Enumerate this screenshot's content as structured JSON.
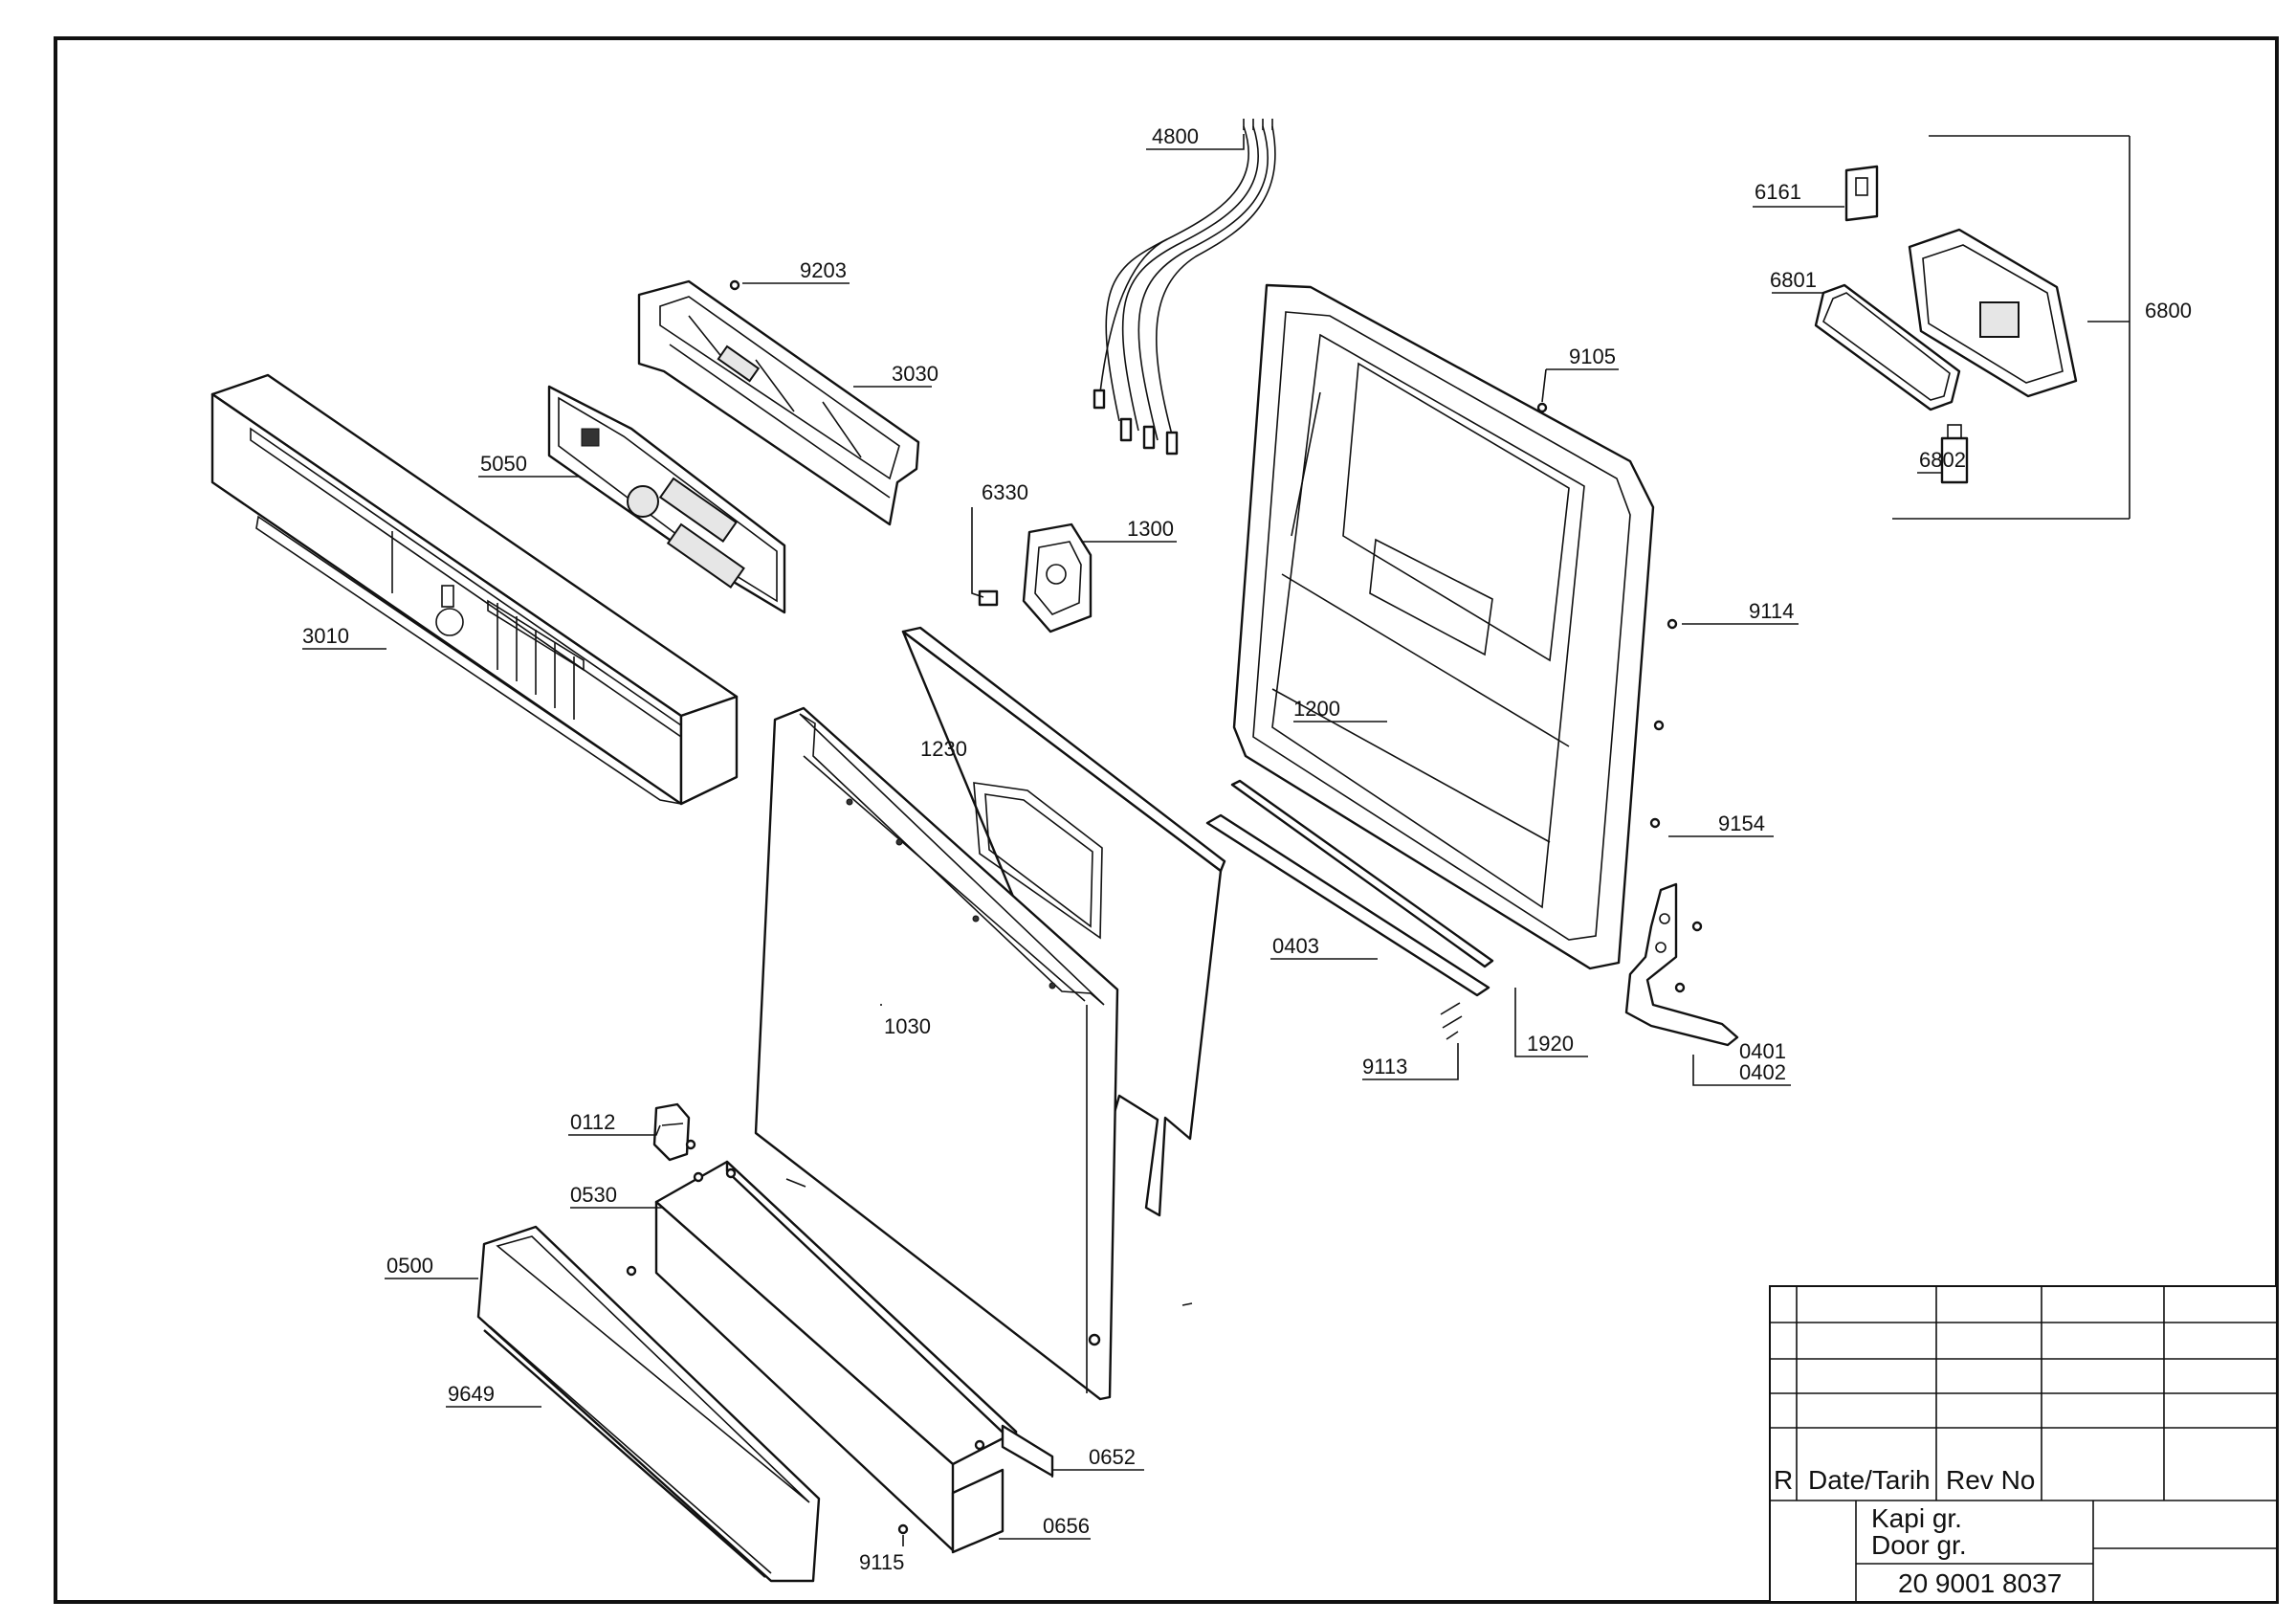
{
  "part_labels": {
    "p4800": "4800",
    "p9203": "9203",
    "p3030": "3030",
    "p5050": "5050",
    "p3010": "3010",
    "p6330": "6330",
    "p1300": "1300",
    "p9105": "9105",
    "p6161": "6161",
    "p6801": "6801",
    "p6800": "6800",
    "p6802": "6802",
    "p9114": "9114",
    "p1200": "1200",
    "p1230": "1230",
    "p9154": "9154",
    "p0403": "0403",
    "p1920": "1920",
    "p9113": "9113",
    "p0401": "0401",
    "p0402": "0402",
    "p1030": "1030",
    "p0112": "0112",
    "p0530": "0530",
    "p0500": "0500",
    "p9649": "9649",
    "p0652": "0652",
    "p0656": "0656",
    "p9115": "9115"
  },
  "title_block": {
    "rev_col": "R",
    "date_col": "Date/Tarih",
    "revno_col": "Rev No",
    "title_tr": "Kapi gr.",
    "title_en": "Door gr.",
    "drawing_no": "20 9001 8037"
  }
}
